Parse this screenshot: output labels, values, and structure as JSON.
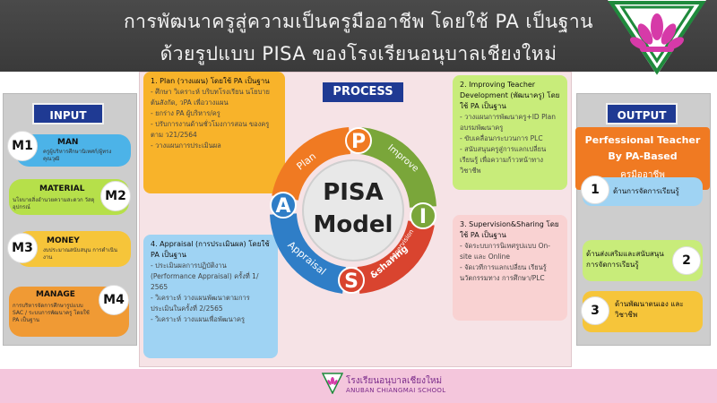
{
  "header": {
    "title_line1": "การพัฒนาครูสู่ความเป็นครูมืออาชีพ โดยใช้ PA เป็นฐาน",
    "title_line2": "ด้วยรูปแบบ PISA ของโรงเรียนอนุบาลเชียงใหม่"
  },
  "input": {
    "label": "INPUT",
    "items": [
      {
        "num": "M1",
        "title": "MAN",
        "desc": "ครูผู้บริหารศึกษานิเทศก์/ผู้ทรงคุณวุฒิ"
      },
      {
        "num": "M2",
        "title": "MATERIAL",
        "desc": "นโยบายสิ่งอำนวยความสะดวก วัสดุ อุปกรณ์"
      },
      {
        "num": "M3",
        "title": "MONEY",
        "desc": "งบประมาณสนับสนุน การดำเนินงาน"
      },
      {
        "num": "M4",
        "title": "MANAGE",
        "desc": "การบริหารจัดการศึกษารูปแบบ SAC / ระบบการพัฒนาครู โดยใช้ PA เป็นฐาน"
      }
    ]
  },
  "process": {
    "label": "PROCESS",
    "center_line1": "PISA",
    "center_line2": "Model",
    "letters": {
      "p": "P",
      "i": "I",
      "s": "S",
      "a": "A"
    },
    "words": {
      "plan": "Plan",
      "improve": "Improve",
      "supervision": "Supervision",
      "sharing": "&sharing",
      "appraisal": "Appraisal"
    },
    "step1": {
      "title": "1. Plan (วางแผน) โดยใช้ PA เป็นฐาน",
      "lines": [
        "- ศึกษา วิเคราะห์ บริบทโรงเรียน นโยบายต้นสังกัด, วPA เพื่อวางแผน",
        "- ยกร่าง PA ผู้บริหาร/ครู",
        "- ปรับการงานด้านชั่วโมงการสอน ของครู ตาม ว21/2564",
        "- วางแผนการประเมินผล"
      ]
    },
    "step2": {
      "title": "2. Improving Teacher Development (พัฒนาครู) โดยใช้ PA เป็นฐาน",
      "lines": [
        "- วางแผนการพัฒนาครู+ID Plan อบรมพัฒนาครู",
        "- ขับเคลื่อนกระบวนการ PLC",
        "- สนับสนุนครูสู่การแลกเปลี่ยน เรียนรู้ เพื่อความก้าวหน้าทาง วิชาชีพ"
      ]
    },
    "step3": {
      "title": "3. Supervision&Sharing โดยใช้ PA เป็นฐาน",
      "lines": [
        "- จัดระบบการนิเทศรูปแบบ On-site และ Online",
        "- จัดเวทีการแลกเปลี่ยน เรียนรู้นวัตกรรมทาง การศึกษา/PLC"
      ]
    },
    "step4": {
      "title": "4. Appraisal (การประเมินผล) โดยใช้ PA เป็นฐาน",
      "lines": [
        "- ประเมินผลการปฏิบัติงาน (Performance Appraisal) ครั้งที่ 1/ 2565",
        "- วิเคราะห์ วางแผนพัฒนาตามการ ประเมินในครั้งที่ 2/2565",
        "- วิเคราะห์ วางแผนเพื่อพัฒนาครู"
      ]
    }
  },
  "output": {
    "label": "OUTPUT",
    "headline1": "Perfessional Teacher",
    "headline2": "By PA-Based",
    "headline3": "ครูมืออาชีพ",
    "items": [
      {
        "num": "1",
        "text": "ด้านการจัดการเรียนรู้"
      },
      {
        "num": "2",
        "text": "ด้านส่งเสริมและสนับสนุน การจัดการเรียนรู้"
      },
      {
        "num": "3",
        "text": "ด้านพัฒนาตนเอง และวิชาชีพ"
      }
    ]
  },
  "footer": {
    "school_th": "โรงเรียนอนุบาลเชียงใหม่",
    "school_en": "ANUBAN CHIANGMAI SCHOOL"
  },
  "colors": {
    "navy": "#1f3a93",
    "plan_orange": "#f07a22",
    "improve_green": "#7aa63a",
    "sharing_red": "#d9442f",
    "appraisal_blue": "#2f7ec7"
  }
}
